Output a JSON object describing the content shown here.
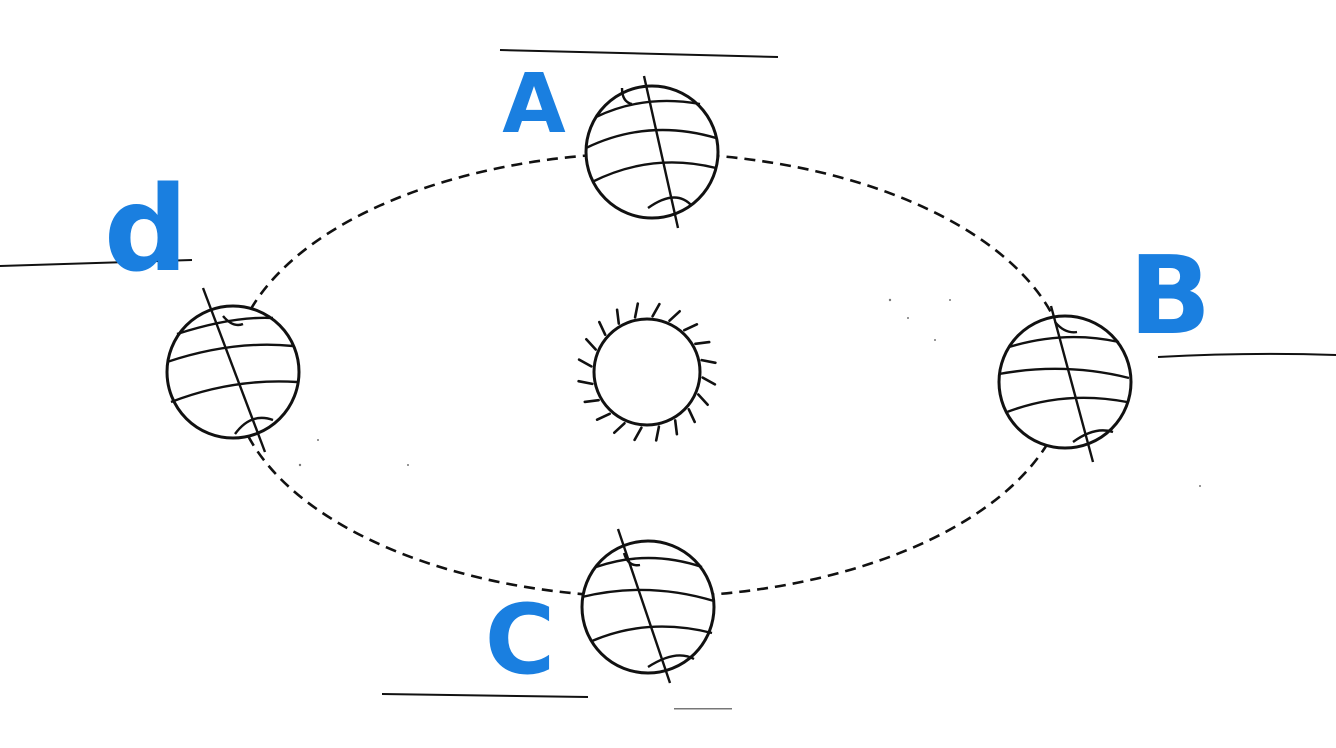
{
  "labels": {
    "top": "A",
    "right": "B",
    "bottom": "C",
    "left": "d"
  },
  "colors": {
    "ink": "#111111",
    "label": "#1a7fe0",
    "background": "#ffffff"
  },
  "icons": {
    "sun": "sun-icon",
    "earth": "earth-globe-icon"
  }
}
